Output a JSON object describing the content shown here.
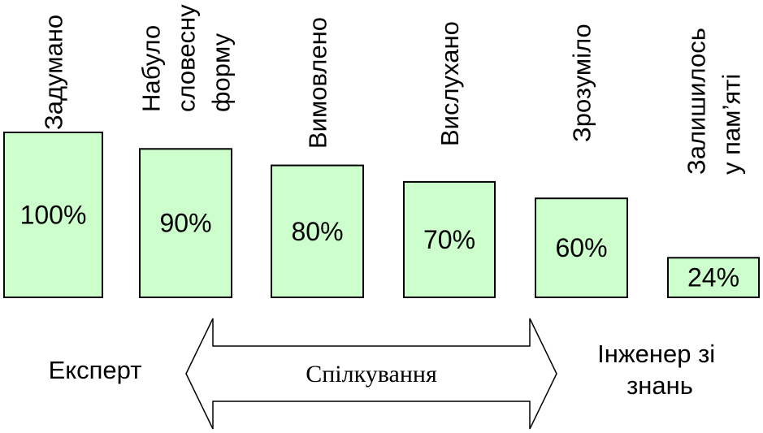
{
  "stages": [
    {
      "label_lines": [
        "Задумано"
      ],
      "percent": "100%",
      "value": 100
    },
    {
      "label_lines": [
        "Набуло",
        "словесну",
        "форму"
      ],
      "percent": "90%",
      "value": 90
    },
    {
      "label_lines": [
        "Вимовлено"
      ],
      "percent": "80%",
      "value": 80
    },
    {
      "label_lines": [
        "Вислухано"
      ],
      "percent": "70%",
      "value": 70
    },
    {
      "label_lines": [
        "Зрозуміло"
      ],
      "percent": "60%",
      "value": 60
    },
    {
      "label_lines": [
        "Залишилось",
        "у пам’яті"
      ],
      "percent": "24%",
      "value": 24
    }
  ],
  "expert_label": "Експерт",
  "engineer_label_lines": [
    "Інженер зі",
    "знань"
  ],
  "arrow_label": "Спілкування",
  "colors": {
    "bar_fill": "#ccffcc",
    "stroke": "#000000"
  }
}
